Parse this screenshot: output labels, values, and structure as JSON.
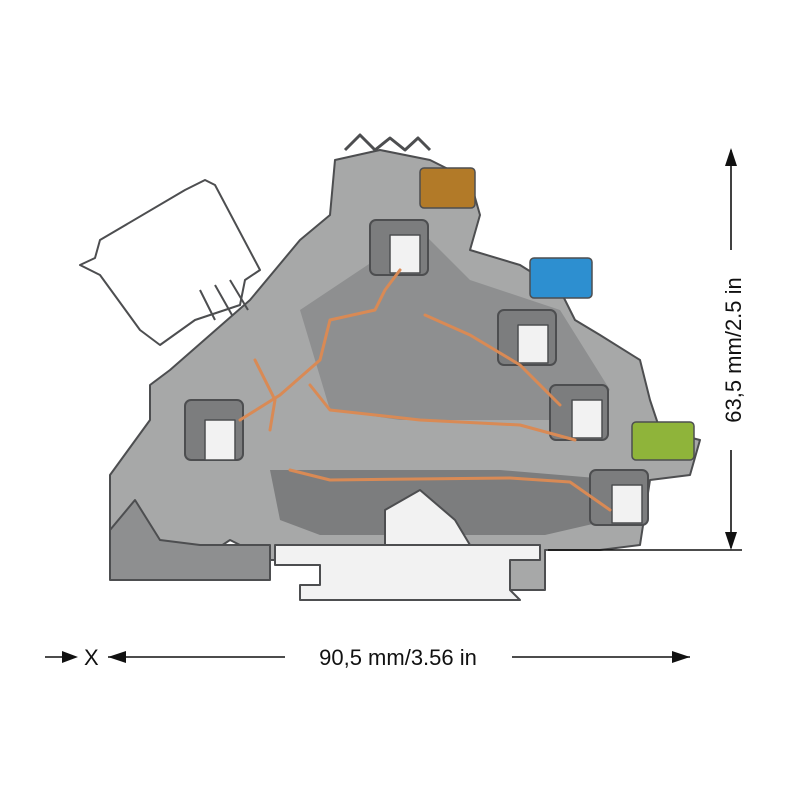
{
  "dimensions": {
    "width_label": "90,5 mm/3.56 in",
    "height_label": "63,5 mm/2.5 in",
    "reference_label": "X"
  },
  "colors": {
    "housing": "#a7a8a8",
    "housing_dark": "#7c7d7e",
    "housing_shadow": "#8e8f90",
    "outline": "#4d4e50",
    "conductor": "#d98a55",
    "marker_brown": "#b27a28",
    "marker_blue": "#2d8fd0",
    "marker_green_yellow": "#8fb43a",
    "clip_white": "#f2f2f2",
    "dimension_line": "#111111"
  },
  "icons": [
    "connector-housing",
    "spring-clamp",
    "din-rail-foot",
    "marker-carrier",
    "conductor-bridge"
  ]
}
